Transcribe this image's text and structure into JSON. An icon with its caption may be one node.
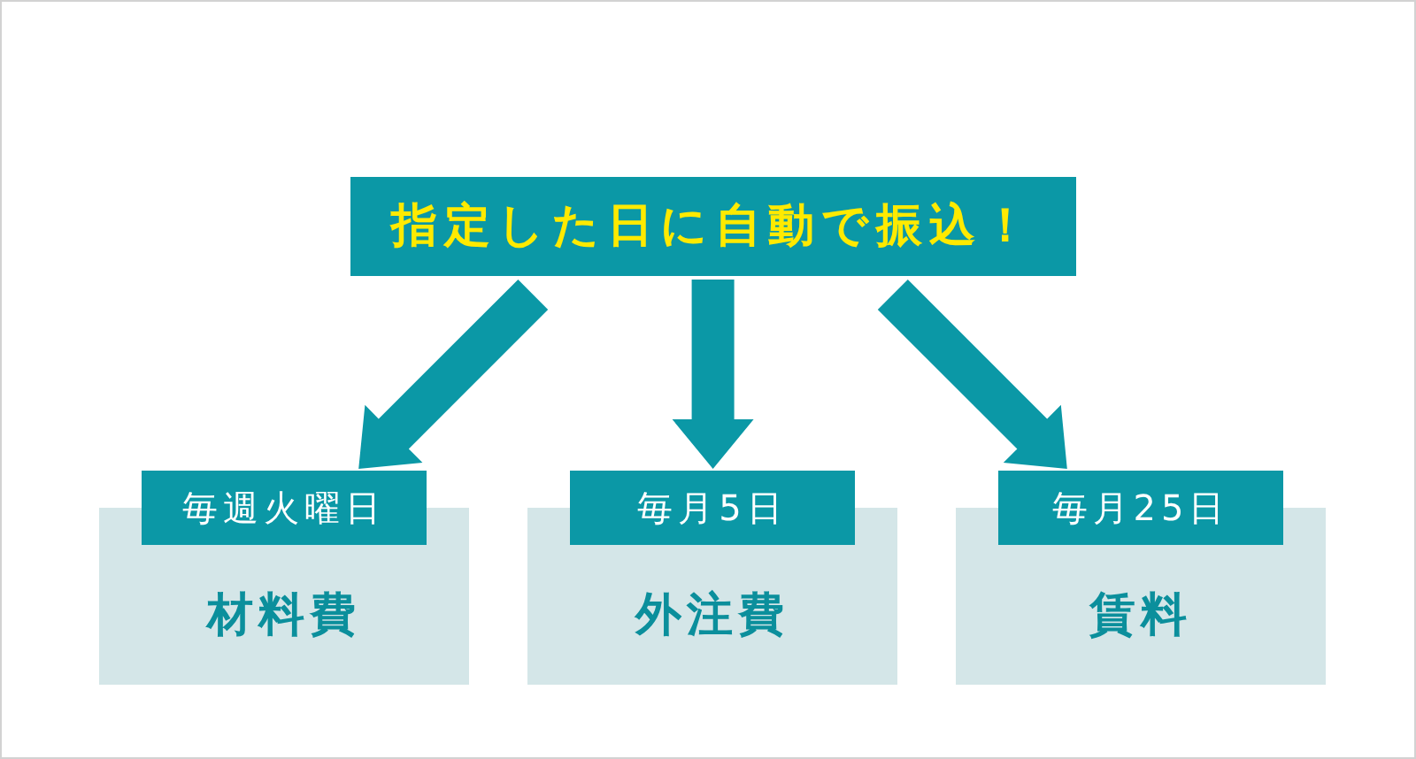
{
  "diagram": {
    "nodes": [
      {
        "text": [
          "指定した日に自動で振込！"
        ]
      },
      {
        "text": [
          "毎週火曜日"
        ]
      },
      {
        "text": [
          "材料費"
        ]
      },
      {
        "text": [
          "毎月5日"
        ]
      },
      {
        "text": [
          "外注費"
        ]
      },
      {
        "text": [
          "毎月25日"
        ]
      },
      {
        "text": [
          "賃料"
        ]
      }
    ],
    "edges": [
      {
        "from": 0,
        "to": 1,
        "arrow": "to"
      },
      {
        "from": 0,
        "to": 3,
        "arrow": "to"
      },
      {
        "from": 0,
        "to": 5,
        "arrow": "to"
      }
    ]
  }
}
